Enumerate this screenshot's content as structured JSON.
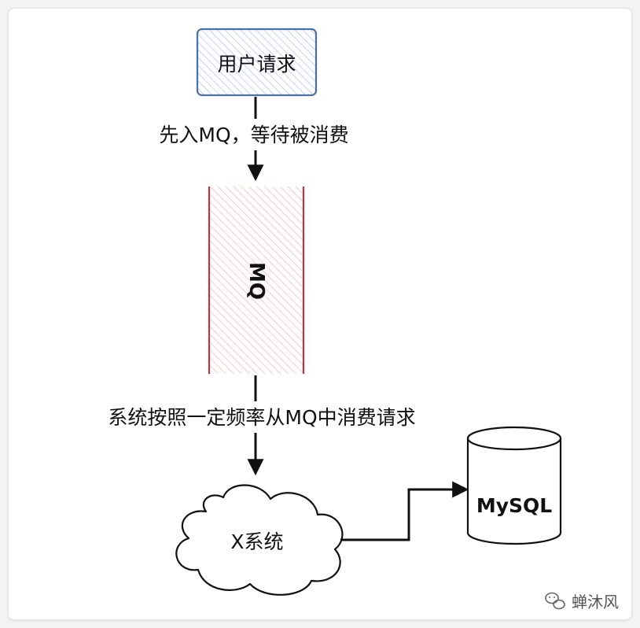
{
  "diagram": {
    "nodes": {
      "user_request": "用户请求",
      "mq": "MQ",
      "x_system": "X系统",
      "mysql": "MySQL"
    },
    "edges": {
      "request_to_mq": "先入MQ，等待被消费",
      "mq_to_x": "系统按照一定频率从MQ中消费请求"
    }
  },
  "watermark": {
    "text": "蝉沐风",
    "icon": "wechat-icon"
  },
  "colors": {
    "user_box_stroke": "#4a6fa8",
    "user_box_hatch": "#a9c3e6",
    "mq_stroke": "#b7373f",
    "mq_hatch": "#f1b4b8"
  }
}
